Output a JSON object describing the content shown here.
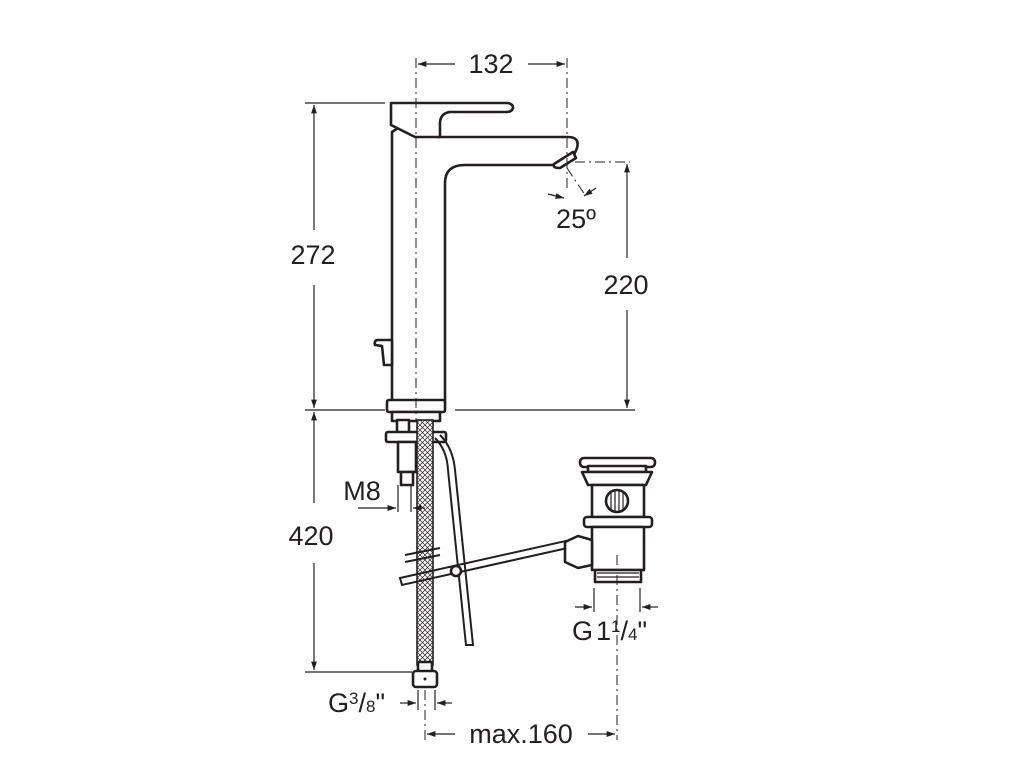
{
  "drawing": {
    "title": "Basin mixer tap technical drawing with pop-up waste",
    "line_color": "#231f20",
    "background": "#ffffff",
    "dimensions": {
      "spout_reach": {
        "value": "132",
        "unit": "mm"
      },
      "total_height": {
        "value": "272",
        "unit": "mm"
      },
      "spout_outlet_height": {
        "value": "220",
        "unit": "mm"
      },
      "spout_angle": {
        "value": "25º"
      },
      "hose_length": {
        "value": "420",
        "unit": "mm"
      },
      "fixing_stud": {
        "value": "M8"
      },
      "hose_connection": {
        "prefix": "G",
        "sup": "3",
        "slash": "/",
        "sub": "8",
        "suffix": "\""
      },
      "waste_thread": {
        "prefix": "G",
        "whole": "1",
        "sup": "1",
        "slash": "/",
        "sub": "4",
        "suffix": "\""
      },
      "waste_offset": {
        "value": "max.160",
        "unit": "mm"
      }
    },
    "components": [
      {
        "name": "Mixer body"
      },
      {
        "name": "Lever handle"
      },
      {
        "name": "Spout aerator"
      },
      {
        "name": "Pop-up rod"
      },
      {
        "name": "Fixing stud"
      },
      {
        "name": "Flexible hose"
      },
      {
        "name": "Pop-up waste valve"
      },
      {
        "name": "Linkage rod"
      }
    ]
  }
}
